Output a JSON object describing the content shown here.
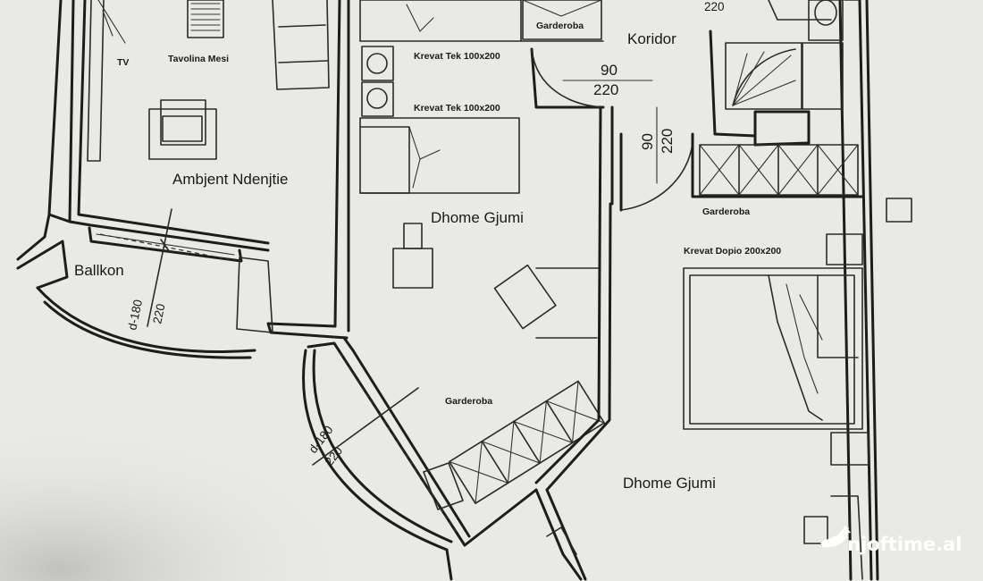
{
  "labels": {
    "tv": "TV",
    "tavoline_mesi": "Tavolina Mesi",
    "ambjent_ndenjtie": "Ambjent Ndenjtie",
    "ballkon": "Ballkon",
    "balcony_door_width": "d-180",
    "balcony_door_height": "220",
    "krevat_tek_1": "Krevat Tek 100x200",
    "krevat_tek_2": "Krevat Tek 100x200",
    "garderoba_top": "Garderoba",
    "koridor": "Koridor",
    "door_width_koridor": "90",
    "door_height_koridor": "220",
    "door_width_vertical": "90",
    "door_height_vertical": "220",
    "top_dimension": "220",
    "dhome_gjumi_1": "Dhome Gjumi",
    "garderoba_mid": "Garderoba",
    "garderoba_right": "Garderoba",
    "krevat_dopio": "Krevat Dopio 200x200",
    "dhome_gjumi_2": "Dhome Gjumi",
    "lower_door_width": "d-180",
    "lower_door_height": "220"
  },
  "watermark": {
    "text": "njoftime.al",
    "color": "#ffffff"
  },
  "colors": {
    "paper": "#e9e9e6",
    "ink": "#1d1d1d"
  }
}
